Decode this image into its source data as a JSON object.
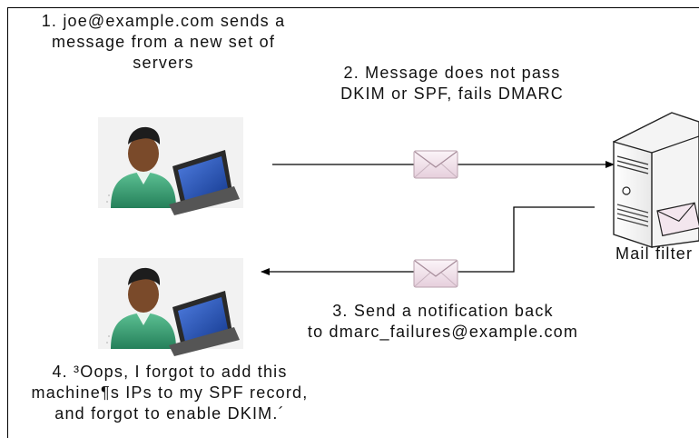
{
  "diagram": {
    "step1": {
      "lines": [
        "1. joe@example.com sends a",
        "message from a new set of",
        "servers"
      ]
    },
    "step2": {
      "lines": [
        "2. Message does not pass",
        "DKIM or SPF, fails DMARC"
      ]
    },
    "step3": {
      "lines": [
        "3. Send a notification back",
        "to dmarc_failures@example.com"
      ]
    },
    "step4": {
      "lines": [
        "4. ³Oops, I forgot to add this",
        "machine¶s IPs to my SPF record,",
        "and forgot to enable DKIM.´"
      ]
    },
    "server": {
      "label": "Mail filter"
    },
    "icons": {
      "sender_user": "user-at-laptop-icon",
      "recipient_user": "user-at-laptop-icon",
      "outgoing_message": "envelope-icon",
      "returning_notification": "envelope-icon",
      "server": "server-tower-icon"
    },
    "colors": {
      "shirt": "#3aa076",
      "skin": "#7a4a2a",
      "laptop_screen": "#1f4fb8",
      "envelope": "#f3e6ee",
      "line": "#000000"
    }
  }
}
